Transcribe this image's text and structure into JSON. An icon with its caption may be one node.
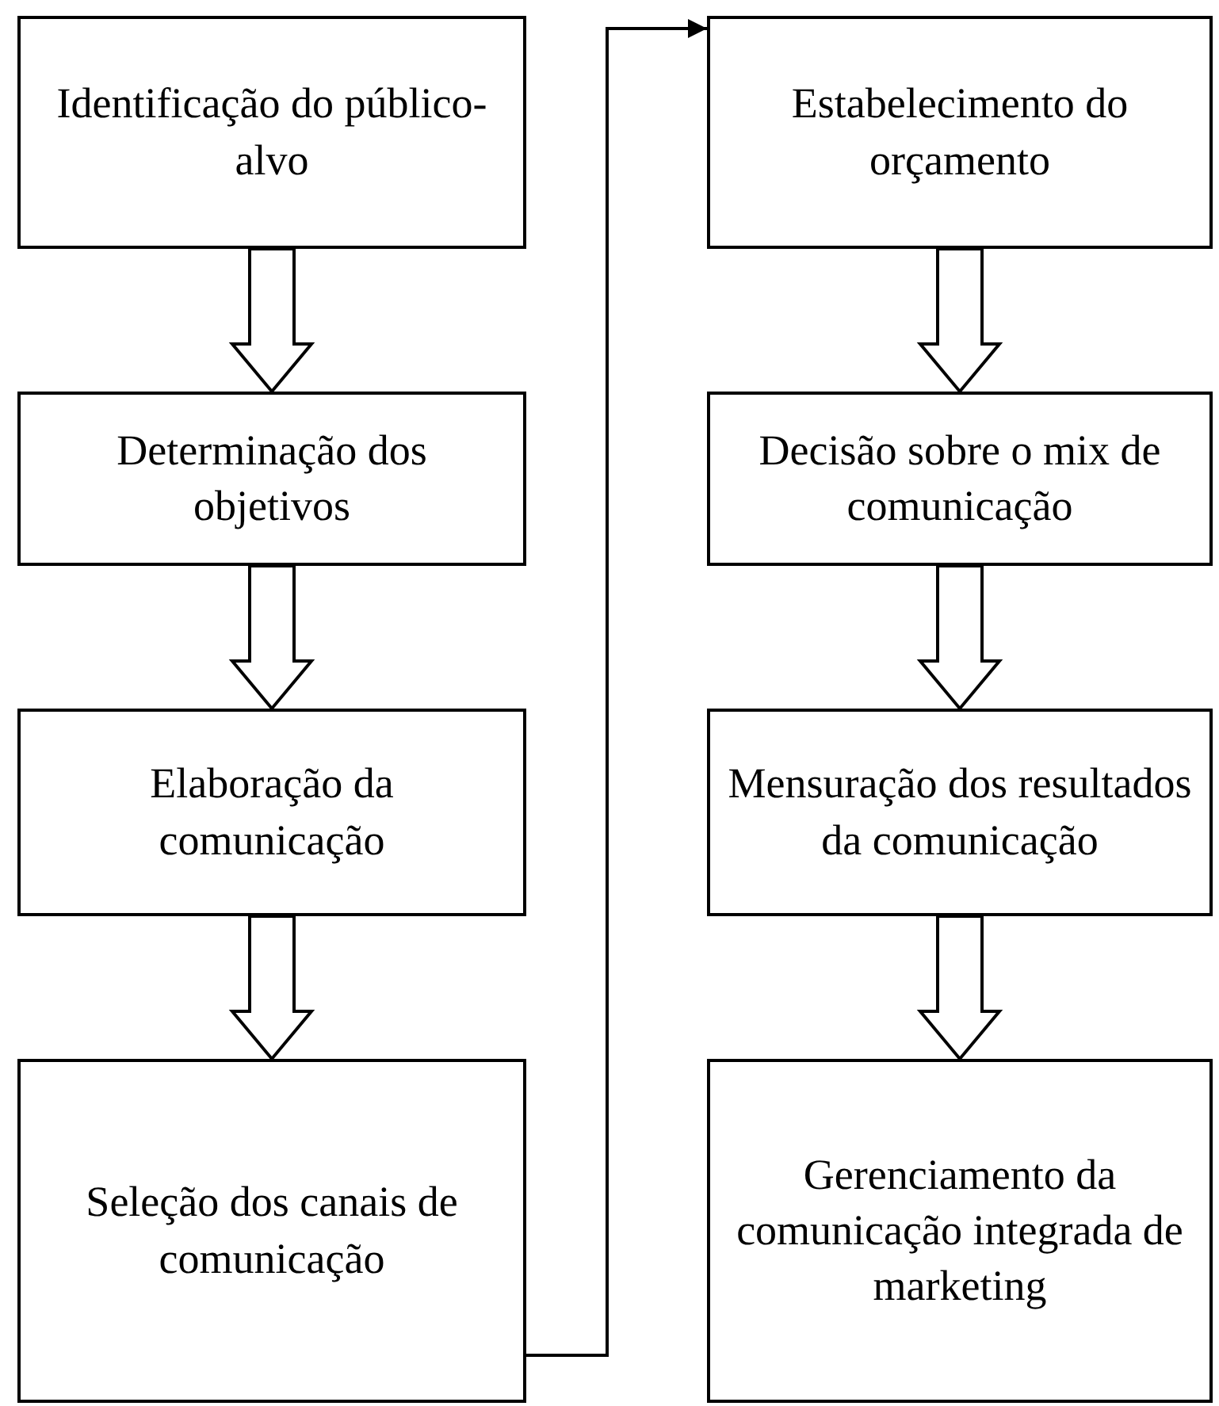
{
  "diagram": {
    "nodes": [
      {
        "text": [
          "Identificação do público-alvo"
        ]
      },
      {
        "text": [
          "Determinação dos objetivos"
        ]
      },
      {
        "text": [
          "Elaboração da comunicação"
        ]
      },
      {
        "text": [
          "Seleção dos canais de comunicação"
        ]
      },
      {
        "text": [
          "Estabelecimento do orçamento"
        ]
      },
      {
        "text": [
          "Decisão sobre o mix de comunicação"
        ]
      },
      {
        "text": [
          "Mensuração dos resultados da comunicação"
        ]
      },
      {
        "text": [
          "Gerenciamento da comunicação integrada de marketing"
        ]
      }
    ],
    "edges": [
      {
        "from": 0,
        "to": 1,
        "arrow": "to"
      },
      {
        "from": 1,
        "to": 2,
        "arrow": "to"
      },
      {
        "from": 2,
        "to": 3,
        "arrow": "to"
      },
      {
        "from": 3,
        "to": 4,
        "arrow": "to"
      },
      {
        "from": 4,
        "to": 5,
        "arrow": "to"
      },
      {
        "from": 5,
        "to": 6,
        "arrow": "to"
      },
      {
        "from": 6,
        "to": 7,
        "arrow": "to"
      }
    ]
  }
}
